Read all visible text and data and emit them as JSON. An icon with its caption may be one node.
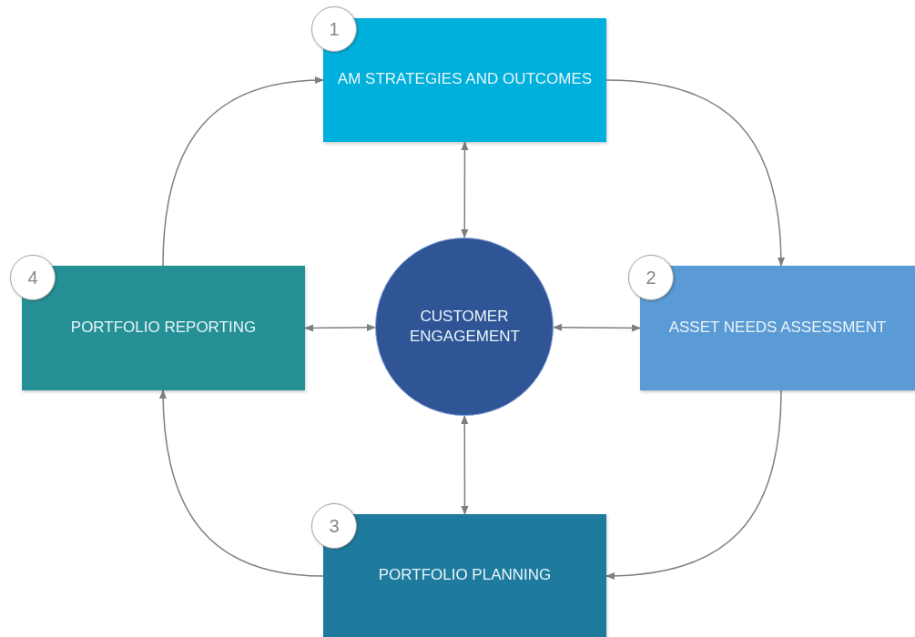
{
  "diagram": {
    "nodes": [
      {
        "text": [
          "1"
        ]
      },
      {
        "text": [
          "AM STRATEGIES AND OUTCOMES"
        ]
      },
      {
        "text": [
          "4"
        ]
      },
      {
        "text": [
          "PORTFOLIO REPORTING"
        ]
      },
      {
        "text": [
          "CUSTOMER ENGAGEMENT"
        ]
      },
      {
        "text": [
          "2"
        ]
      },
      {
        "text": [
          "ASSET NEEDS ASSESSMENT"
        ]
      },
      {
        "text": [
          "3"
        ]
      },
      {
        "text": [
          "PORTFOLIO PLANNING"
        ]
      }
    ],
    "edges": [
      {
        "from": 1,
        "to": 6,
        "arrow": "to"
      },
      {
        "from": 6,
        "to": 8,
        "arrow": "to"
      },
      {
        "from": 8,
        "to": 3,
        "arrow": "to"
      },
      {
        "from": 3,
        "to": 1,
        "arrow": "to"
      },
      {
        "from": 4,
        "to": 1,
        "arrow": "both"
      },
      {
        "from": 4,
        "to": 3,
        "arrow": "both"
      },
      {
        "from": 4,
        "to": 6,
        "arrow": "both"
      },
      {
        "from": 4,
        "to": 8,
        "arrow": "both"
      }
    ]
  }
}
